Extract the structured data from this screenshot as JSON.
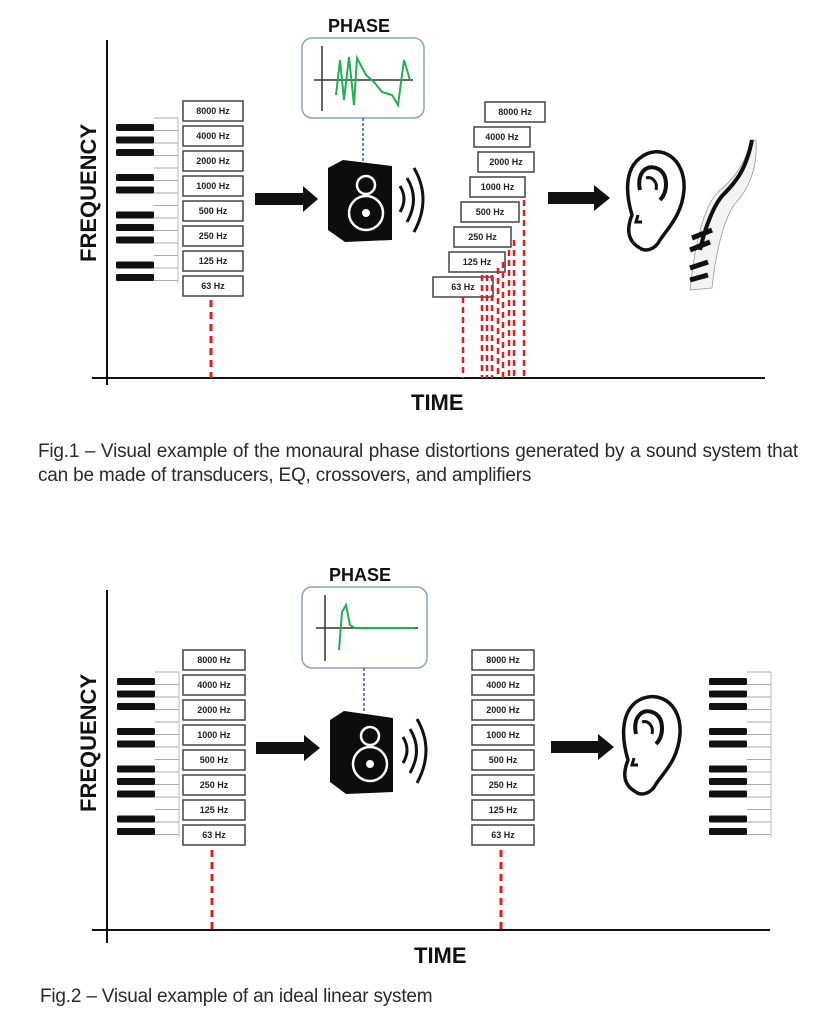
{
  "figures": [
    {
      "id": "fig1",
      "phase_title": "PHASE",
      "y_axis_label": "FREQUENCY",
      "x_axis_label": "TIME",
      "input_bands": [
        "8000 Hz",
        "4000 Hz",
        "2000 Hz",
        "1000 Hz",
        "500 Hz",
        "250 Hz",
        "125 Hz",
        "63 Hz"
      ],
      "output_bands": [
        "8000 Hz",
        "4000 Hz",
        "2000 Hz",
        "1000 Hz",
        "500 Hz",
        "250 Hz",
        "125 Hz",
        "63 Hz"
      ],
      "output_state": "time-smeared (staggered)",
      "phase_curve": "distorted",
      "caption": "Fig.1 – Visual example of the monaural phase distortions generated by a sound system that can be made of transducers, EQ, crossovers, and amplifiers"
    },
    {
      "id": "fig2",
      "phase_title": "PHASE",
      "y_axis_label": "FREQUENCY",
      "x_axis_label": "TIME",
      "input_bands": [
        "8000 Hz",
        "4000 Hz",
        "2000 Hz",
        "1000 Hz",
        "500 Hz",
        "250 Hz",
        "125 Hz",
        "63 Hz"
      ],
      "output_bands": [
        "8000 Hz",
        "4000 Hz",
        "2000 Hz",
        "1000 Hz",
        "500 Hz",
        "250 Hz",
        "125 Hz",
        "63 Hz"
      ],
      "output_state": "time-aligned",
      "phase_curve": "linear",
      "caption": "Fig.2 – Visual example of an ideal linear system"
    }
  ],
  "colors": {
    "marker_red": "#e01e1e",
    "phase_green": "#22b050",
    "phase_box_border": "#8aa4c0"
  }
}
